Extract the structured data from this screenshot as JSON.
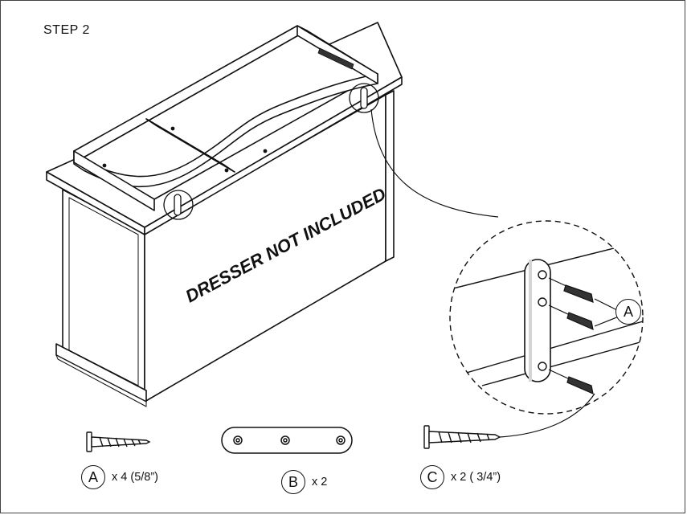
{
  "step": {
    "title": "STEP 2"
  },
  "illustration": {
    "warning_text": "DRESSER NOT INCLUDED"
  },
  "detail_view": {
    "callout_letter": "A"
  },
  "parts": [
    {
      "letter": "A",
      "quantity": "x 4 (5/8”)",
      "icon": "wood-screw-icon"
    },
    {
      "letter": "B",
      "quantity": "x 2",
      "icon": "mounting-bracket-icon"
    },
    {
      "letter": "C",
      "quantity": "x 2 ( 3/4”)",
      "icon": "wood-screw-icon"
    }
  ]
}
